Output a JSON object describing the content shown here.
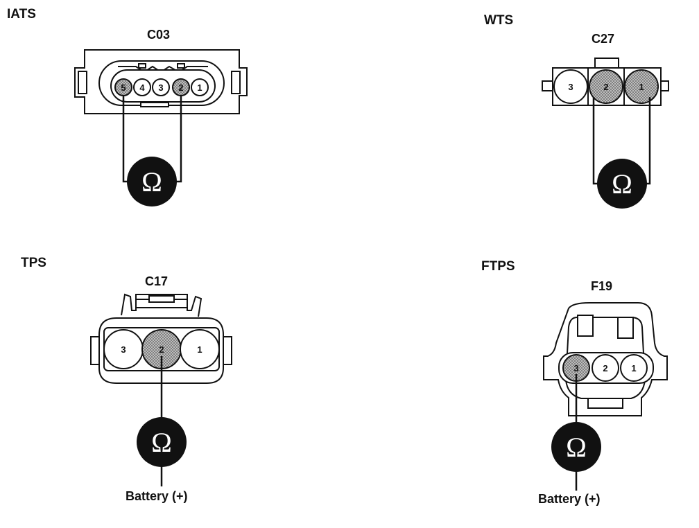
{
  "sensors": [
    {
      "name": "IATS",
      "connector": "C03",
      "pins": [
        "5",
        "4",
        "3",
        "2",
        "1"
      ]
    },
    {
      "name": "WTS",
      "connector": "C27",
      "pins": [
        "3",
        "2",
        "1"
      ]
    },
    {
      "name": "TPS",
      "connector": "C17",
      "pins": [
        "3",
        "2",
        "1"
      ],
      "lead": "Battery (+)"
    },
    {
      "name": "FTPS",
      "connector": "F19",
      "pins": [
        "3",
        "2",
        "1"
      ],
      "lead": "Battery (+)"
    }
  ],
  "meter": {
    "symbol": "Ω"
  },
  "colors": {
    "ink": "#111111",
    "meter_fill": "#111111",
    "highlight_pin": "#8a8a8a",
    "pin_fill": "#ffffff"
  }
}
